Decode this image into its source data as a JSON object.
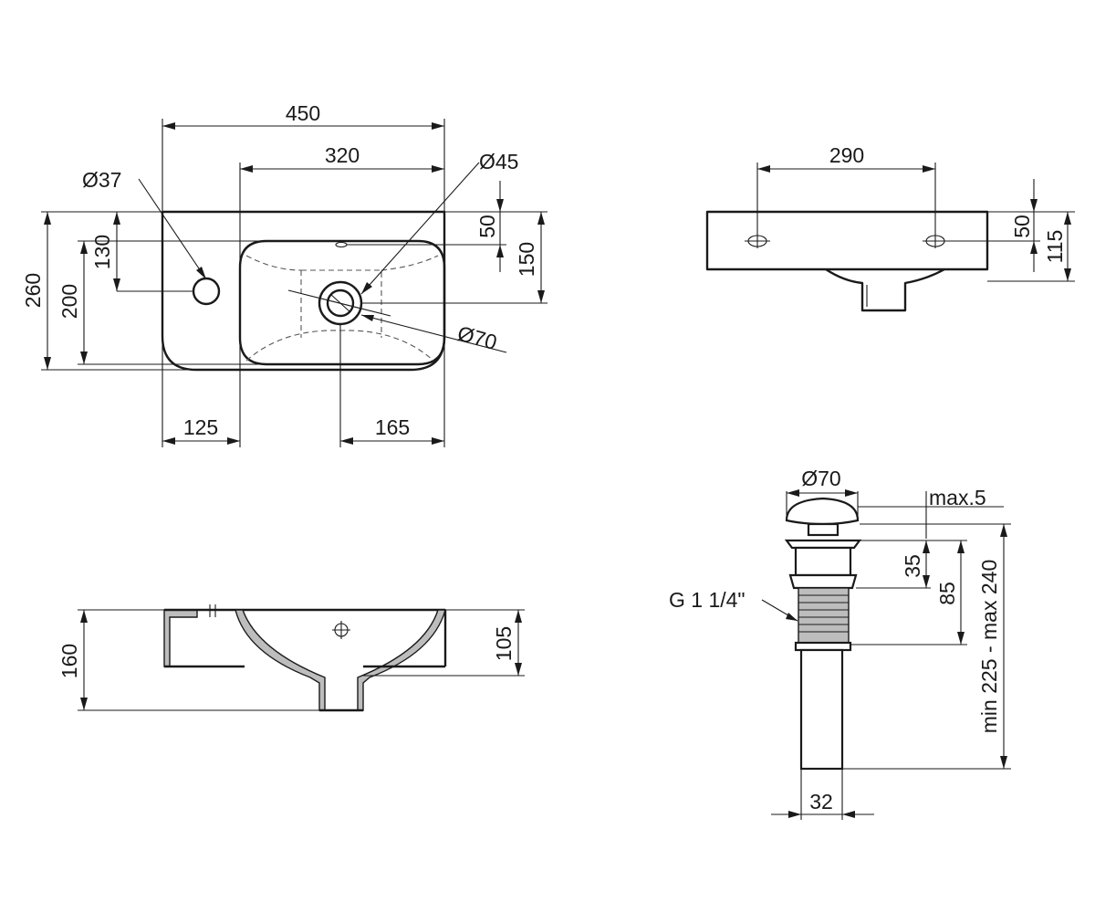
{
  "top_view": {
    "width_total": "450",
    "bowl_width": "320",
    "tap_hole_diameter": "Ø37",
    "overflow_diameter": "Ø45",
    "drain_diameter": "Ø70",
    "depth_total": "260",
    "depth_inner": "200",
    "tap_hole_offset_y": "130",
    "overflow_offset_y": "50",
    "drain_offset_y": "150",
    "tap_hole_offset_x": "125",
    "drain_offset_x": "165"
  },
  "rear_view": {
    "mount_holes_spacing": "290",
    "mount_holes_height": "50",
    "basin_height": "115"
  },
  "side_section": {
    "total_height": "160",
    "bowl_height": "105"
  },
  "drain_valve": {
    "cap_diameter": "Ø70",
    "cap_max_height": "max.5",
    "body_height": "35",
    "thread_height": "85",
    "thread_spec": "G 1 1/4\"",
    "length_range": "min 225 - max 240",
    "tail_diameter": "32"
  }
}
